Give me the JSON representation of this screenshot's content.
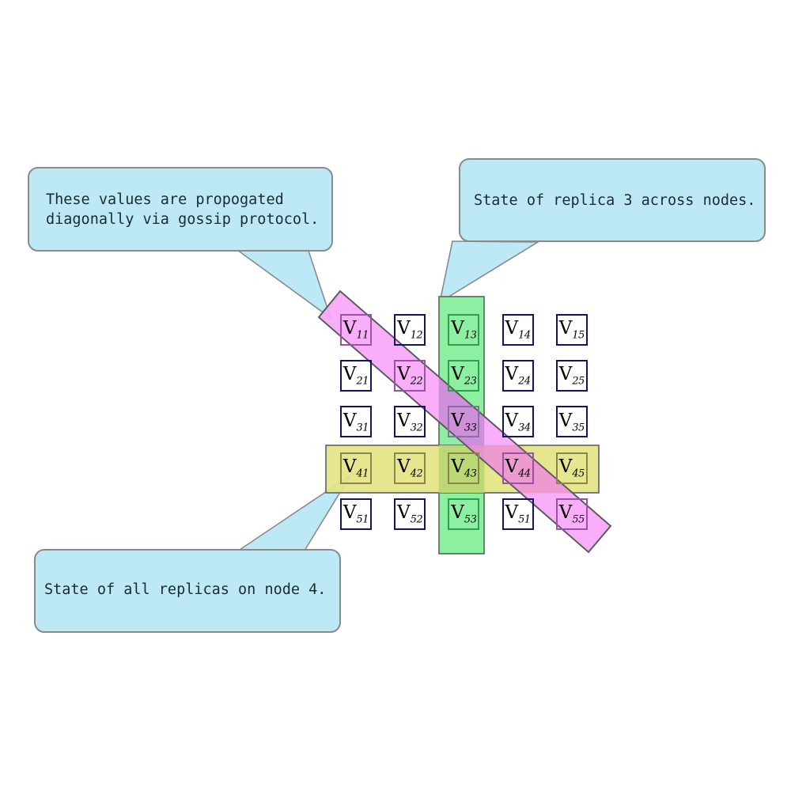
{
  "diagram": {
    "title": "Replica state matrix with gossip propagation",
    "type": "annotated-matrix",
    "background": "#ffffff"
  },
  "colors": {
    "callout_fill": "#bde9f7",
    "callout_stroke": "#8a8a8a",
    "callout_text": "#1a2b33",
    "cell_border": "#13135e",
    "green_band": "#8cf0a0",
    "green_band_stroke": "#6e6e6e",
    "yellow_band": "#e4e487",
    "yellow_band_stroke": "#6e6e6e",
    "pink_band": "#f9a8f9",
    "pink_band_stroke": "#5a5a5a",
    "overlap_purple": "#c3a6d6"
  },
  "callouts": [
    {
      "id": "callout-diagonal",
      "name": "callout-diagonal",
      "lines": [
        "These values are propogated",
        "diagonally via gossip protocol."
      ],
      "text": "These values are propogated\ndiagonally via gossip protocol.",
      "points_to": "pink-diagonal-band"
    },
    {
      "id": "callout-replica",
      "name": "callout-replica-3",
      "lines": [
        "State of replica 3 across nodes."
      ],
      "text": "State of replica 3 across nodes.",
      "points_to": "green-column-band"
    },
    {
      "id": "callout-node",
      "name": "callout-node-4",
      "lines": [
        "State of all replicas on node 4."
      ],
      "text": "State of all replicas on node 4.",
      "points_to": "yellow-row-band"
    }
  ],
  "bands": [
    {
      "name": "green-column-band",
      "meaning": "State of replica 3 across nodes",
      "column": 3
    },
    {
      "name": "yellow-row-band",
      "meaning": "State of all replicas on node 4",
      "row": 4
    },
    {
      "name": "pink-diagonal-band",
      "meaning": "Values propogated diagonally via gossip protocol",
      "cells": [
        "V11",
        "V22",
        "V33",
        "V44",
        "V55"
      ]
    }
  ],
  "matrix": {
    "rows": 5,
    "columns": 5,
    "cells": [
      [
        {
          "label": "V",
          "sub": "11",
          "highlight": "pink"
        },
        {
          "label": "V",
          "sub": "12",
          "highlight": "none"
        },
        {
          "label": "V",
          "sub": "13",
          "highlight": "green"
        },
        {
          "label": "V",
          "sub": "14",
          "highlight": "none"
        },
        {
          "label": "V",
          "sub": "15",
          "highlight": "none"
        }
      ],
      [
        {
          "label": "V",
          "sub": "21",
          "highlight": "none"
        },
        {
          "label": "V",
          "sub": "22",
          "highlight": "pink"
        },
        {
          "label": "V",
          "sub": "23",
          "highlight": "green"
        },
        {
          "label": "V",
          "sub": "24",
          "highlight": "none"
        },
        {
          "label": "V",
          "sub": "25",
          "highlight": "none"
        }
      ],
      [
        {
          "label": "V",
          "sub": "31",
          "highlight": "none"
        },
        {
          "label": "V",
          "sub": "32",
          "highlight": "none"
        },
        {
          "label": "V",
          "sub": "33",
          "highlight": "purple"
        },
        {
          "label": "V",
          "sub": "34",
          "highlight": "none"
        },
        {
          "label": "V",
          "sub": "35",
          "highlight": "none"
        }
      ],
      [
        {
          "label": "V",
          "sub": "41",
          "highlight": "yellow"
        },
        {
          "label": "V",
          "sub": "42",
          "highlight": "yellow"
        },
        {
          "label": "V",
          "sub": "43",
          "highlight": "yellow"
        },
        {
          "label": "V",
          "sub": "44",
          "highlight": "pink"
        },
        {
          "label": "V",
          "sub": "45",
          "highlight": "yellow"
        }
      ],
      [
        {
          "label": "V",
          "sub": "51",
          "highlight": "none"
        },
        {
          "label": "V",
          "sub": "52",
          "highlight": "none"
        },
        {
          "label": "V",
          "sub": "53",
          "highlight": "green"
        },
        {
          "label": "V",
          "sub": "51",
          "highlight": "none"
        },
        {
          "label": "V",
          "sub": "55",
          "highlight": "pink"
        }
      ]
    ]
  }
}
